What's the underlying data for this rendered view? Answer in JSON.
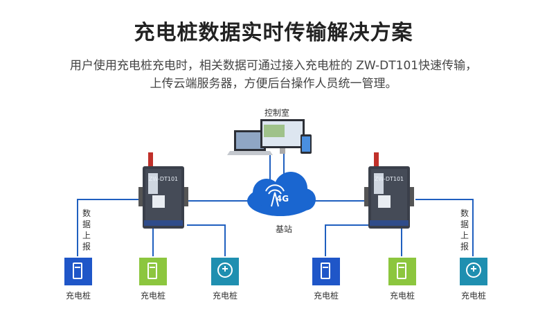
{
  "title": "充电桩数据实时传输解决方案",
  "subtitle_line1": "用户使用充电桩充电时，相关数据可通过接入充电桩的 ZW-DT101快速传输，",
  "subtitle_line2": "上传云端服务器，方便后台操作人员统一管理。",
  "control_room_label": "控制室",
  "base_station_label": "基站",
  "cloud_text": "4G",
  "device_name": "ZW-DT101",
  "report_label_chars": [
    "数",
    "据",
    "上",
    "报"
  ],
  "charger_label": "充电桩",
  "colors": {
    "line_blue": "#1f5fbf",
    "cloud_blue": "#1a66d0",
    "tile_blue": "#1f56c8",
    "tile_green": "#8cc63e",
    "tile_teal": "#1f8fb0",
    "device_dark": "#3a3f4a",
    "antenna_red": "#c0302a"
  },
  "icons": {
    "charger_blue": "fuel-pump-icon",
    "charger_green": "fuel-pump-icon",
    "charger_teal": "power-plug-icon"
  }
}
